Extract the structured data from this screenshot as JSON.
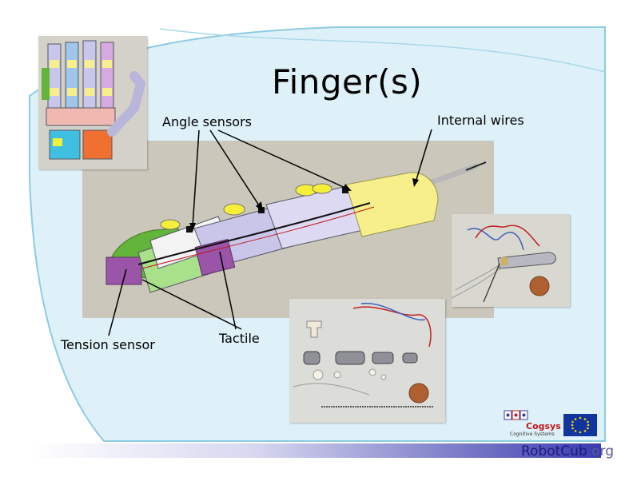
{
  "slide": {
    "title": "Finger(s)",
    "labels": {
      "angle_sensors": "Angle sensors",
      "internal_wires": "Internal wires",
      "tension_sensor": "Tension sensor",
      "tactile": "Tactile"
    }
  },
  "footer": {
    "brand": "RobotCub",
    "brand_suffix": ".org",
    "partner_name": "Cogsys",
    "partner_subtitle": "Cognitive Systems"
  },
  "colors": {
    "background_swoosh": "#dff1f8",
    "swoosh_edge": "#8ccbe3",
    "render_background": "#cbc7ba",
    "finger_yellow": "#f6ef8c",
    "finger_lavender": "#c9c6ea",
    "finger_purple": "#9a54a8",
    "finger_green": "#63b43a",
    "brand_blue": "#1a1a80",
    "cogsys_red": "#c01818",
    "eu_blue": "#10359e"
  }
}
